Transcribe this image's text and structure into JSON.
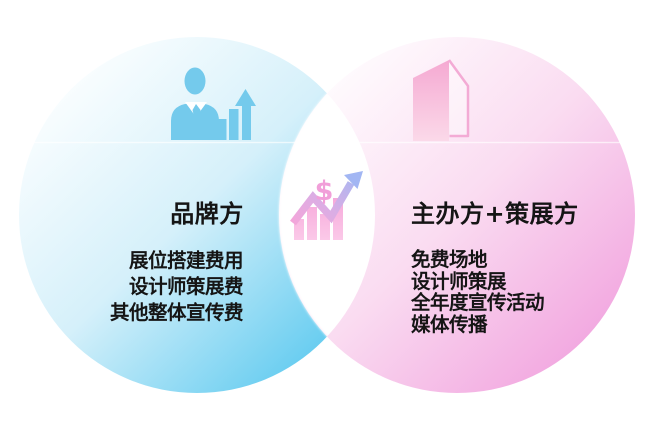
{
  "left_circle": {
    "title": "品牌方",
    "items": [
      "展位搭建费用",
      "设计师策展费",
      "其他整体宣传费"
    ],
    "icon": "businessman-growth-icon",
    "icon_color": "#74caec",
    "gradient_start": "#fbfeff",
    "gradient_end": "#4fc5ee"
  },
  "right_circle": {
    "title": "主办方+策展方",
    "items": [
      "免费场地",
      "设计师策展",
      "全年度宣传活动",
      "媒体传播"
    ],
    "icon": "building-icon",
    "icon_color": "#f5a9d2",
    "gradient_start": "#fffcfe",
    "gradient_end": "#f09bdc"
  },
  "center": {
    "icon": "money-growth-icon",
    "dollar_symbol": "$",
    "dollar_color": "#f19fd9",
    "arrow_color": "#a2b6f3"
  },
  "text_color": "#151515",
  "overlap_color": "#ffffff"
}
